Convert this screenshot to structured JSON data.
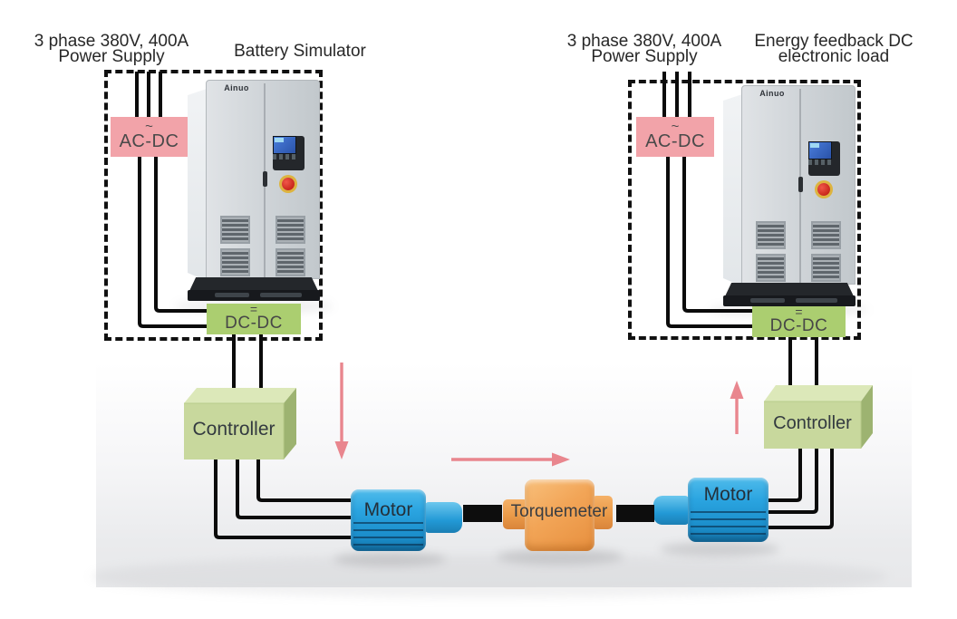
{
  "titles": {
    "left_supply_line1": "3 phase 380V, 400A",
    "left_supply_line2": "Power Supply",
    "battery_simulator": "Battery Simulator",
    "right_supply_line1": "3 phase 380V, 400A",
    "right_supply_line2": "Power Supply",
    "energy_load_line1": "Energy feedback DC",
    "energy_load_line2": "electronic load"
  },
  "left_rig": {
    "acdc_symbol": "~",
    "acdc_label": "AC-DC",
    "dcdc_symbol": "=",
    "dcdc_label": "DC-DC",
    "controller_label": "Controller",
    "motor_label": "Motor",
    "cabinet_brand": "Ainuo"
  },
  "right_rig": {
    "acdc_symbol": "~",
    "acdc_label": "AC-DC",
    "dcdc_symbol": "=",
    "dcdc_label": "DC-DC",
    "controller_label": "Controller",
    "motor_label": "Motor",
    "cabinet_brand": "Ainuo"
  },
  "center": {
    "torquemeter_label": "Torquemeter"
  },
  "colors": {
    "acdc_box": "#f2a3a9",
    "dcdc_box": "#abce70",
    "controller_front": "#c8d89d",
    "motor_blue": "#219fdd",
    "torquemeter_orange": "#f2a558",
    "arrow_pink": "#e9868e",
    "wire_black": "#0b0b0b"
  }
}
